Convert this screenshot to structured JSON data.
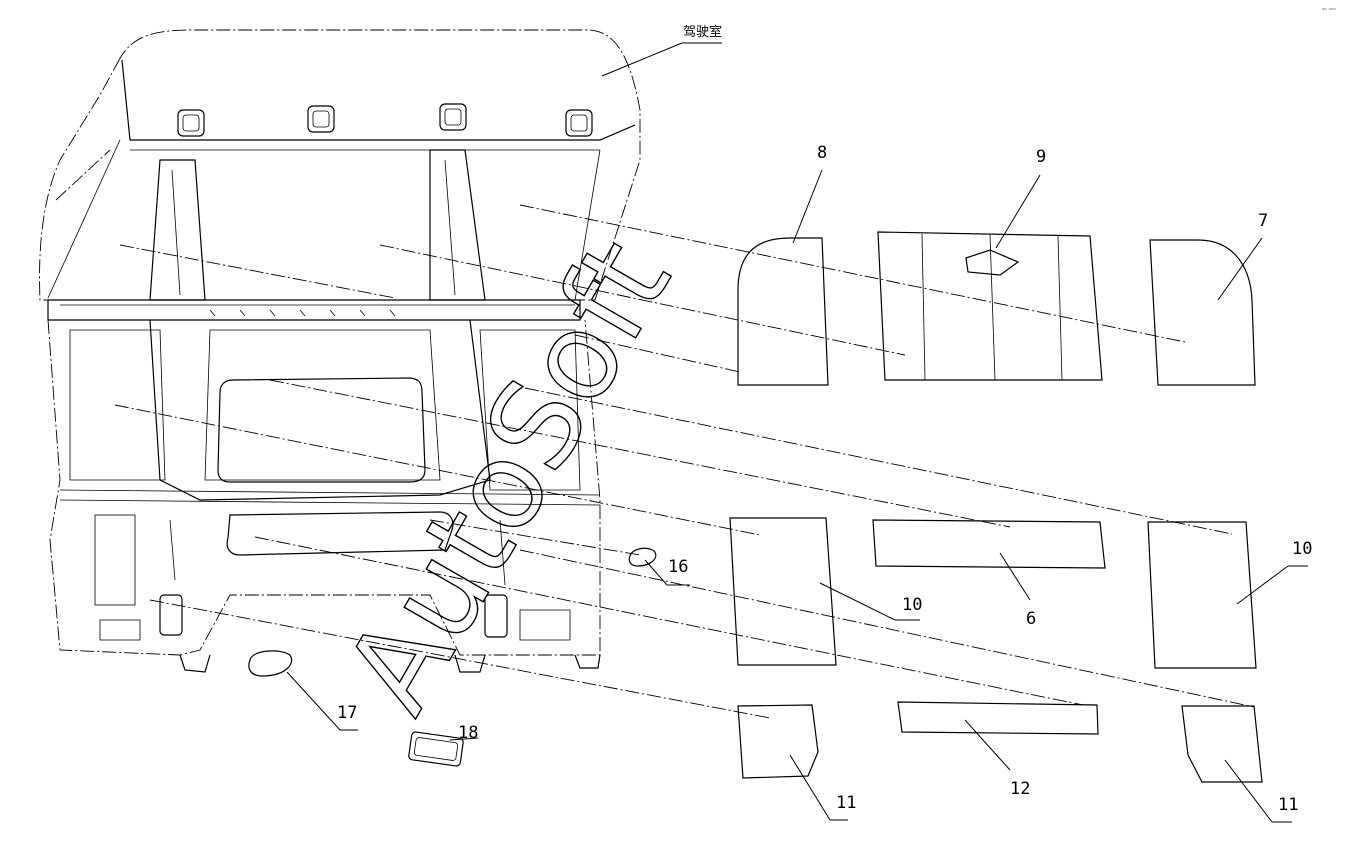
{
  "cab_label": "驾驶室",
  "watermark": "AutoSoft",
  "corner_mark": "ᵃᵖ ᵃᵃᵃ",
  "callouts": [
    {
      "id": "c8",
      "text": "8"
    },
    {
      "id": "c9",
      "text": "9"
    },
    {
      "id": "c7",
      "text": "7"
    },
    {
      "id": "c16",
      "text": "16"
    },
    {
      "id": "c10a",
      "text": "10"
    },
    {
      "id": "c6",
      "text": "6"
    },
    {
      "id": "c10b",
      "text": "10"
    },
    {
      "id": "c17",
      "text": "17"
    },
    {
      "id": "c18",
      "text": "18"
    },
    {
      "id": "c11a",
      "text": "11"
    },
    {
      "id": "c12",
      "text": "12"
    },
    {
      "id": "c11b",
      "text": "11"
    }
  ]
}
